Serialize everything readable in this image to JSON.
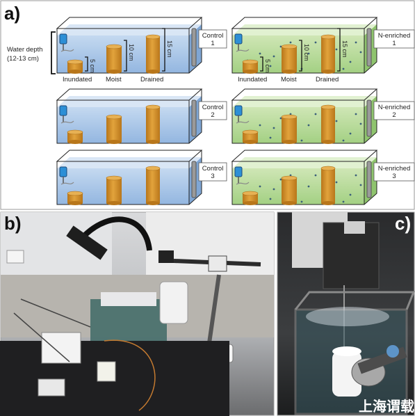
{
  "panel_a": {
    "letter": "a)",
    "water_depth_label": "Water depth",
    "water_depth_range": "(12-13 cm)",
    "core_labels": [
      "Inundated",
      "Moist",
      "Drained"
    ],
    "heights": [
      "5 cm",
      "10 cm",
      "15 cm"
    ],
    "control_tags": [
      [
        "Control",
        "1"
      ],
      [
        "Control",
        "2"
      ],
      [
        "Control",
        "3"
      ]
    ],
    "enriched_tags": [
      [
        "N-enriched",
        "1"
      ],
      [
        "N-enriched",
        "2"
      ],
      [
        "N-enriched",
        "3"
      ]
    ],
    "colors": {
      "control_water": "#a9c6e8",
      "enriched_water": "#b9db9f",
      "core": "#d4901f",
      "core_top": "#e7b154"
    }
  },
  "panel_b": {
    "letter": "b)"
  },
  "panel_c": {
    "letter": "c)",
    "watermark": "上海谓载"
  }
}
